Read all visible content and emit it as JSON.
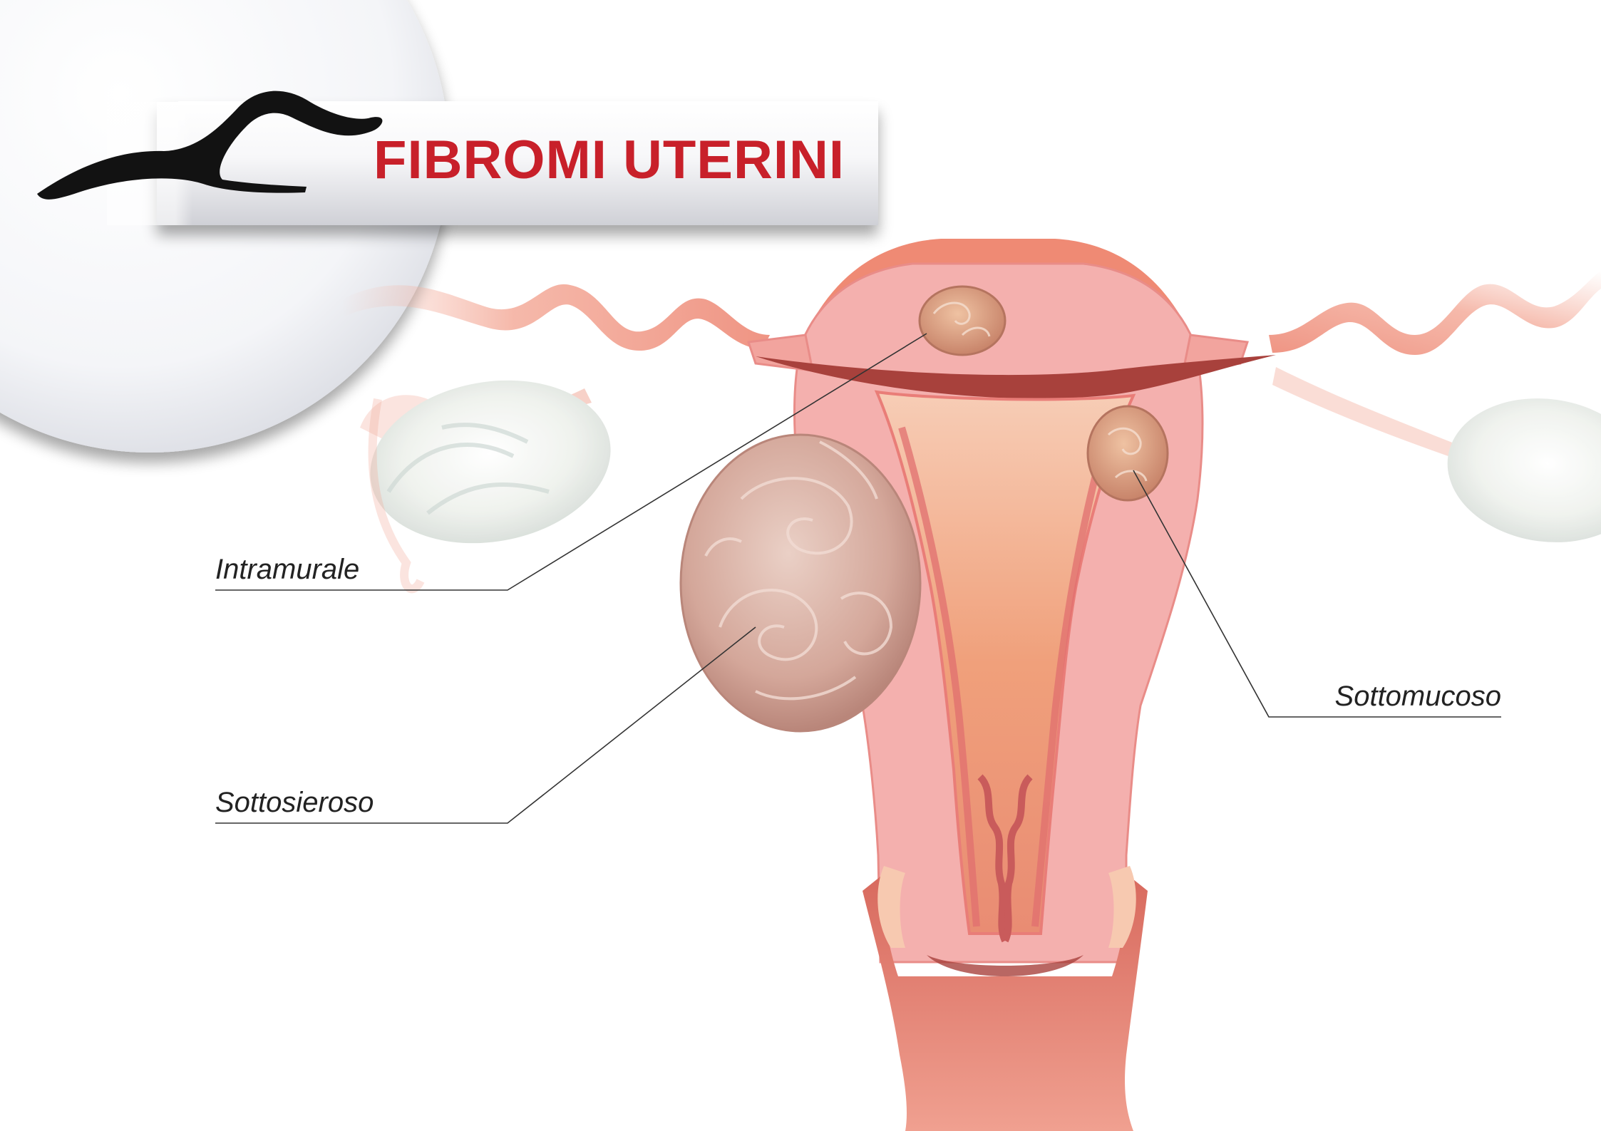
{
  "header": {
    "title": "FIBROMI UTERINI"
  },
  "labels": {
    "intramural": "Intramurale",
    "subserosal": "Sottosieroso",
    "submucosal": "Sottomucoso"
  },
  "colors": {
    "title_red": "#c8202a",
    "label_text": "#222222",
    "leader_line": "#333333",
    "uterus_wall": "#f4b0ae",
    "uterus_outer": "#ef8a74",
    "cavity": "#f0a37c",
    "fibroid": "#d9a99a"
  },
  "icons": {
    "logo": "swoosh-logo-icon"
  }
}
